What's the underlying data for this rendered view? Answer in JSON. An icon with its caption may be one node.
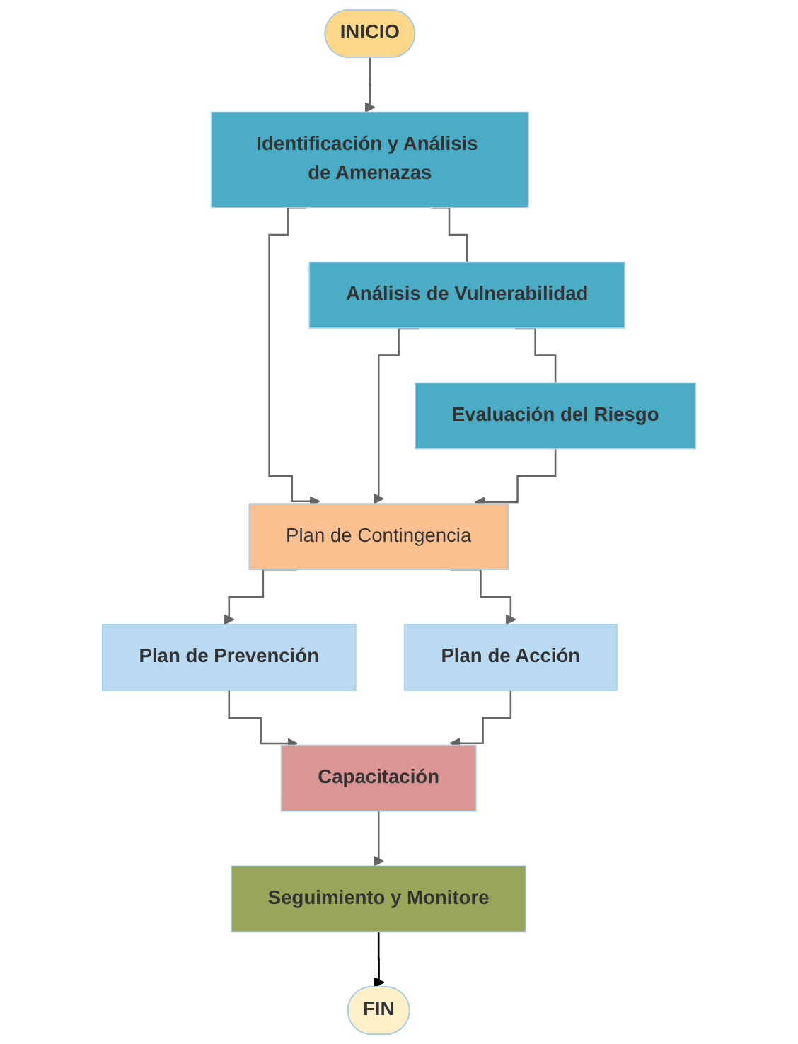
{
  "diagram": {
    "nodes": [
      {
        "text": [
          "INICIO"
        ]
      },
      {
        "text": [
          "Identificación y Análisis de Amenazas"
        ]
      },
      {
        "text": [
          "Análisis de Vulnerabilidad"
        ]
      },
      {
        "text": [
          "Evaluación del Riesgo"
        ]
      },
      {
        "text": [
          "Plan de Contingencia"
        ]
      },
      {
        "text": [
          "Plan de Prevención"
        ]
      },
      {
        "text": [
          "Plan de Acción"
        ]
      },
      {
        "text": [
          "Capacitación"
        ]
      },
      {
        "text": [
          "Seguimiento y Monitore"
        ]
      },
      {
        "text": [
          "FIN"
        ]
      }
    ],
    "edges": [
      {
        "from": 0,
        "to": 1,
        "arrow": "to"
      },
      {
        "from": 1,
        "to": 2,
        "arrow": "none"
      },
      {
        "from": 2,
        "to": 3,
        "arrow": "none"
      },
      {
        "from": 1,
        "to": 4,
        "arrow": "to"
      },
      {
        "from": 2,
        "to": 4,
        "arrow": "to"
      },
      {
        "from": 3,
        "to": 4,
        "arrow": "to"
      },
      {
        "from": 4,
        "to": 5,
        "arrow": "to"
      },
      {
        "from": 4,
        "to": 6,
        "arrow": "to"
      },
      {
        "from": 5,
        "to": 7,
        "arrow": "to"
      },
      {
        "from": 6,
        "to": 7,
        "arrow": "to"
      },
      {
        "from": 7,
        "to": 8,
        "arrow": "to"
      },
      {
        "from": 8,
        "to": 9,
        "arrow": "to",
        "color": "#000000"
      }
    ]
  }
}
